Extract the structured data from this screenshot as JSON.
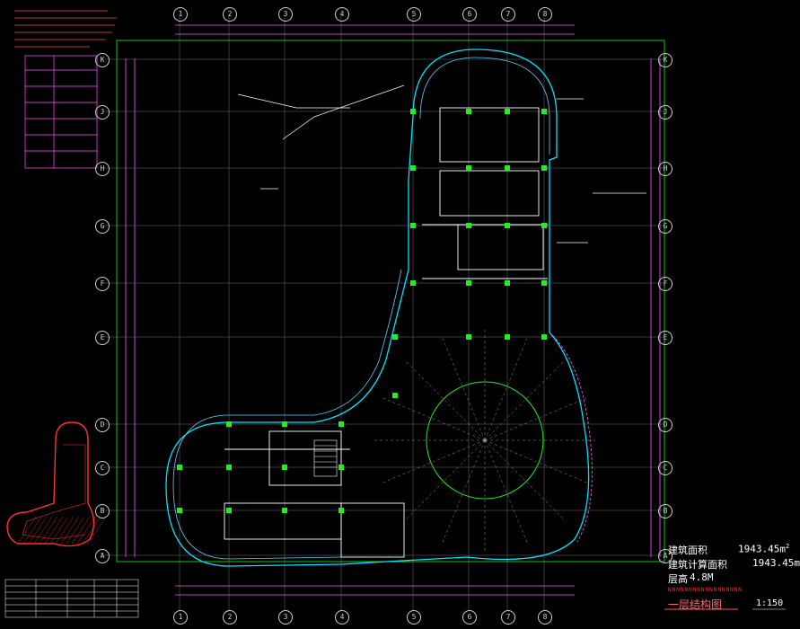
{
  "drawing": {
    "stats": [
      {
        "label": "建筑面积",
        "value": "1943.45m",
        "sup": "2"
      },
      {
        "label": "建筑计算面积",
        "value": "1943.45m",
        "sup": ""
      },
      {
        "label": "层高",
        "value": "4.8M",
        "sup": ""
      }
    ],
    "title": "一层结构图",
    "scale": "1:150",
    "red_strip": "NNNNNNNNNNNNNNNNNN"
  },
  "grid": {
    "column_labels": [
      "①",
      "②",
      "③",
      "④",
      "⑤",
      "⑥",
      "⑦",
      "⑧"
    ],
    "row_labels": [
      "K",
      "J",
      "H",
      "G",
      "F",
      "E",
      "D",
      "C",
      "B",
      "A"
    ],
    "top_tag": "2",
    "bottom_tag": "2"
  },
  "colors": {
    "background": "#000000",
    "wall_cyan": "#00e5ff",
    "green": "#22ee22",
    "magenta": "#ff55ff",
    "red": "#ff3030",
    "white": "#ffffff",
    "yellow": "#ffff55",
    "axis_dim": "#ffffff"
  }
}
